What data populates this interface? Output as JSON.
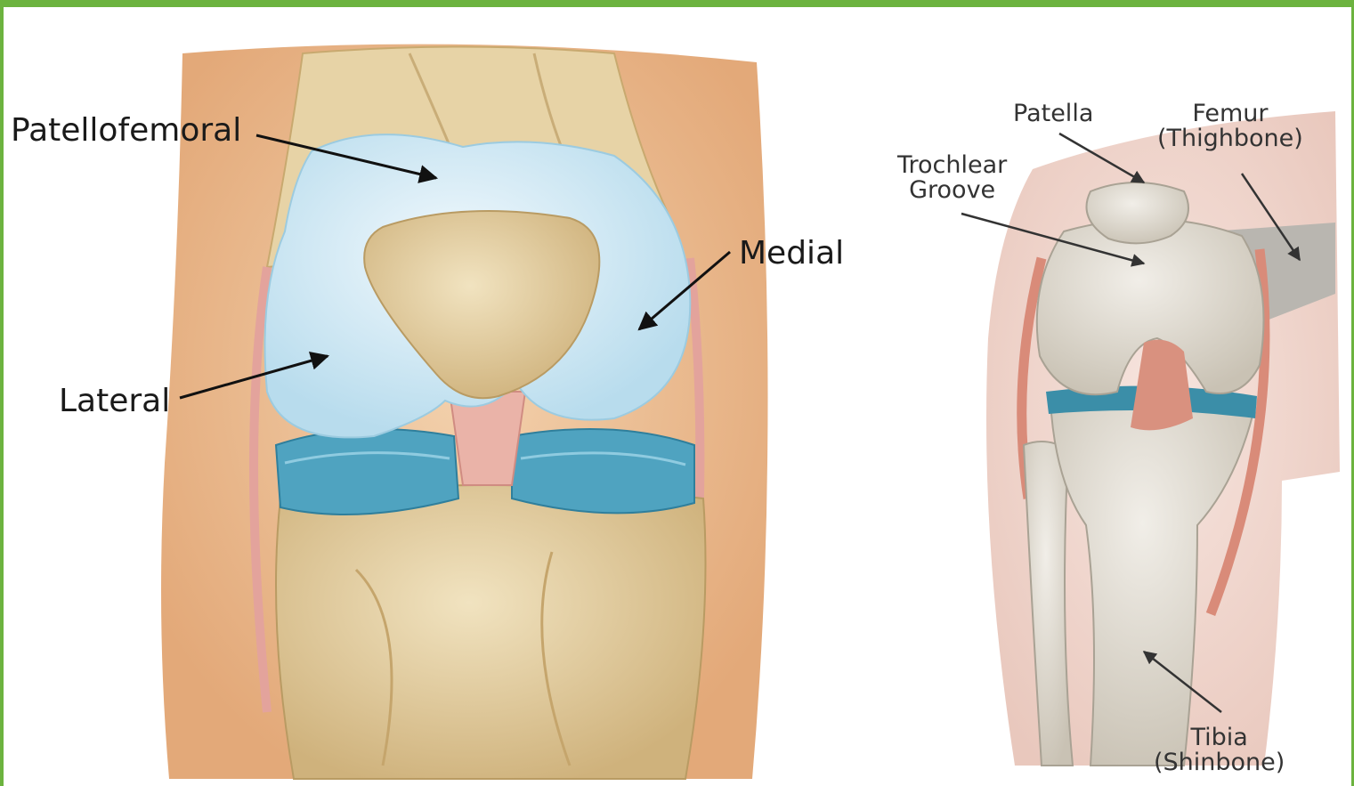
{
  "figure": {
    "colors": {
      "frame_green": "#6cb33f",
      "skin": "#e9b98c",
      "bone": "#e3cd9d",
      "cartilage": "#cde6f3",
      "meniscus": "#4fa3c0",
      "ligament": "#e8a7a0",
      "bone_gray": "#d9d4c9"
    },
    "left_panel": {
      "labels": {
        "patellofemoral": "Patellofemoral",
        "medial": "Medial",
        "lateral": "Lateral"
      }
    },
    "right_panel": {
      "labels": {
        "patella": "Patella",
        "femur_line1": "Femur",
        "femur_line2": "(Thighbone)",
        "trochlear_line1": "Trochlear",
        "trochlear_line2": "Groove",
        "tibia_line1": "Tibia",
        "tibia_line2": "(Shinbone)"
      }
    }
  }
}
